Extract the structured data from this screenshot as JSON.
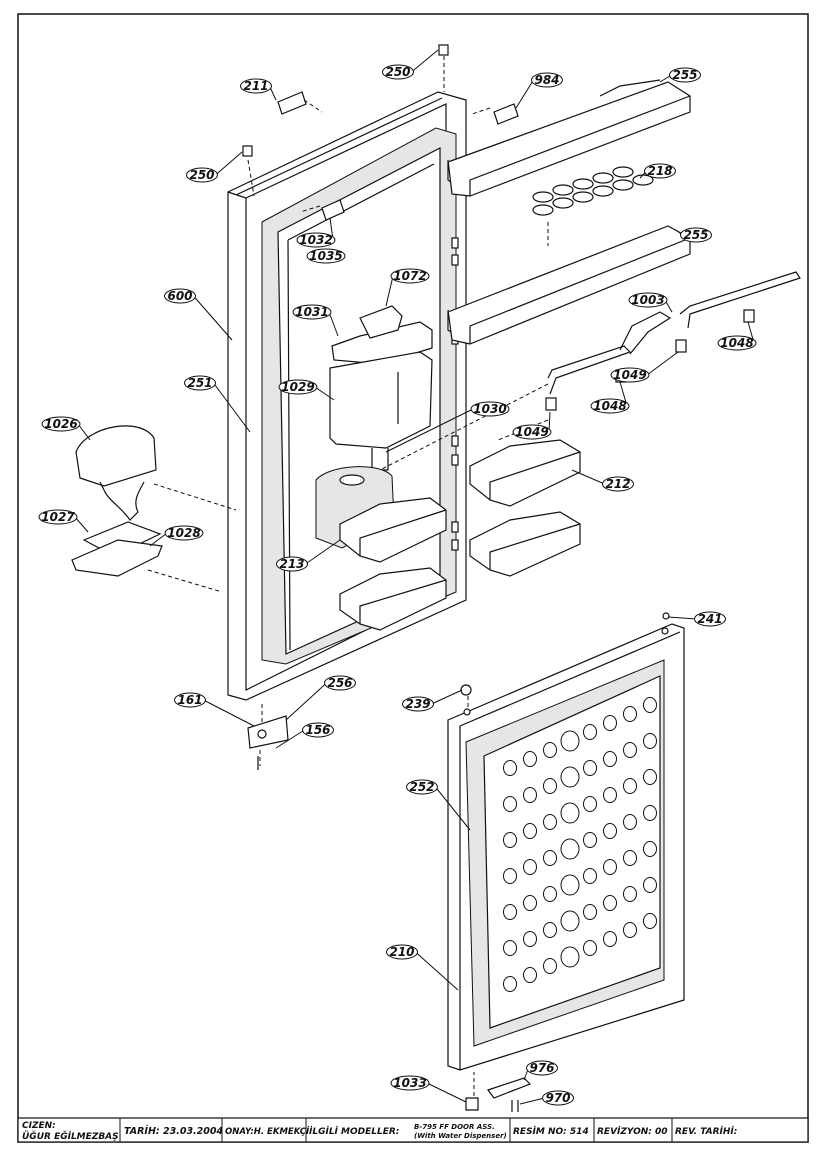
{
  "diagram": {
    "part_labels": {
      "p250a": "250",
      "p250b": "250",
      "p211": "211",
      "p984": "984",
      "p255a": "255",
      "p218": "218",
      "p1032": "1032",
      "p1035": "1035",
      "p255b": "255",
      "p600": "600",
      "p1072": "1072",
      "p1031": "1031",
      "p1003": "1003",
      "p1048a": "1048",
      "p1049a": "1049",
      "p251": "251",
      "p1029": "1029",
      "p1048b": "1048",
      "p1030": "1030",
      "p1026": "1026",
      "p1049b": "1049",
      "p212": "212",
      "p1027": "1027",
      "p1028": "1028",
      "p213": "213",
      "p241": "241",
      "p161": "161",
      "p256": "256",
      "p239": "239",
      "p156": "156",
      "p252": "252",
      "p210": "210",
      "p976": "976",
      "p1033": "1033",
      "p970": "970"
    }
  },
  "title_block": {
    "cizen_label": "CIZEN:",
    "cizen_name": "ÜĞUR EĞİLMEZBAŞ",
    "tarih": "TARİH: 23.03.2004",
    "onay": "ONAY:H. EKMEKÇİ",
    "ilgili_label": "İLGİLİ MODELLER:",
    "model_line1": "B-795 FF DOOR ASS.",
    "model_line2": "(With Water Dispenser)",
    "resim_no": "RESİM NO: 514",
    "revizyon": "REVİZYON: 00",
    "rev_tarihi": "REV. TARİHİ:"
  }
}
